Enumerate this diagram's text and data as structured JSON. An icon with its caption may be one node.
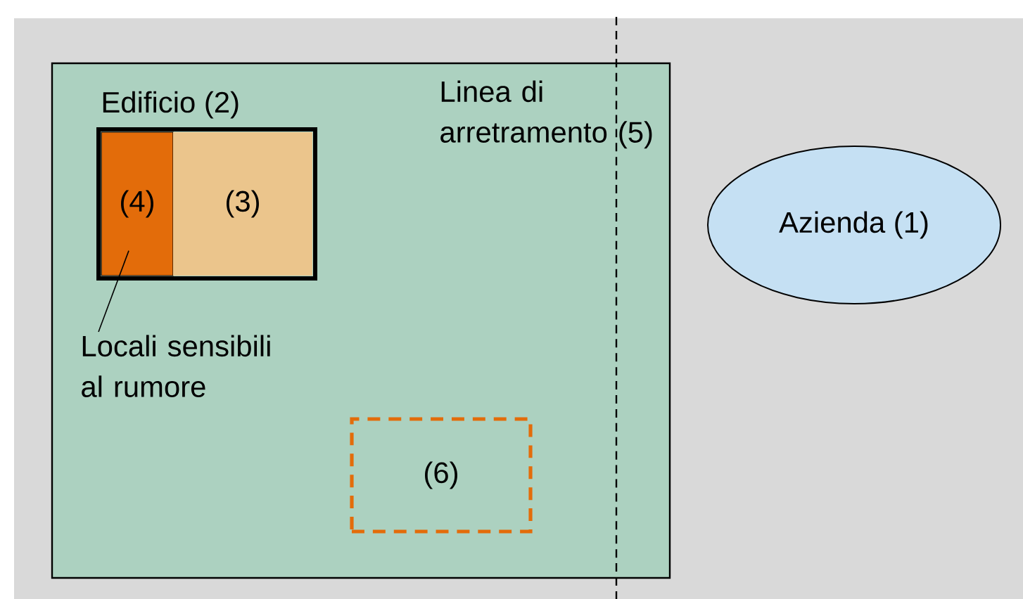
{
  "diagram": {
    "nodes": [
      {
        "text": [],
        "shape": "box"
      },
      {
        "text": [
          "Edificio (2)"
        ],
        "in": 0
      },
      {
        "text": [
          "(4)"
        ],
        "in": 1
      },
      {
        "text": [
          "(3)"
        ],
        "in": 1
      },
      {
        "text": [
          "Locali sensibili al rumore"
        ],
        "in": 0
      },
      {
        "text": [
          "(6)"
        ],
        "in": 0
      },
      {
        "text": [
          "Azienda (1)"
        ]
      }
    ],
    "edges": [
      {
        "from": 4,
        "to": 2,
        "arrow": "none"
      }
    ],
    "labels": [
      "Linea di arretramento (5)"
    ]
  }
}
